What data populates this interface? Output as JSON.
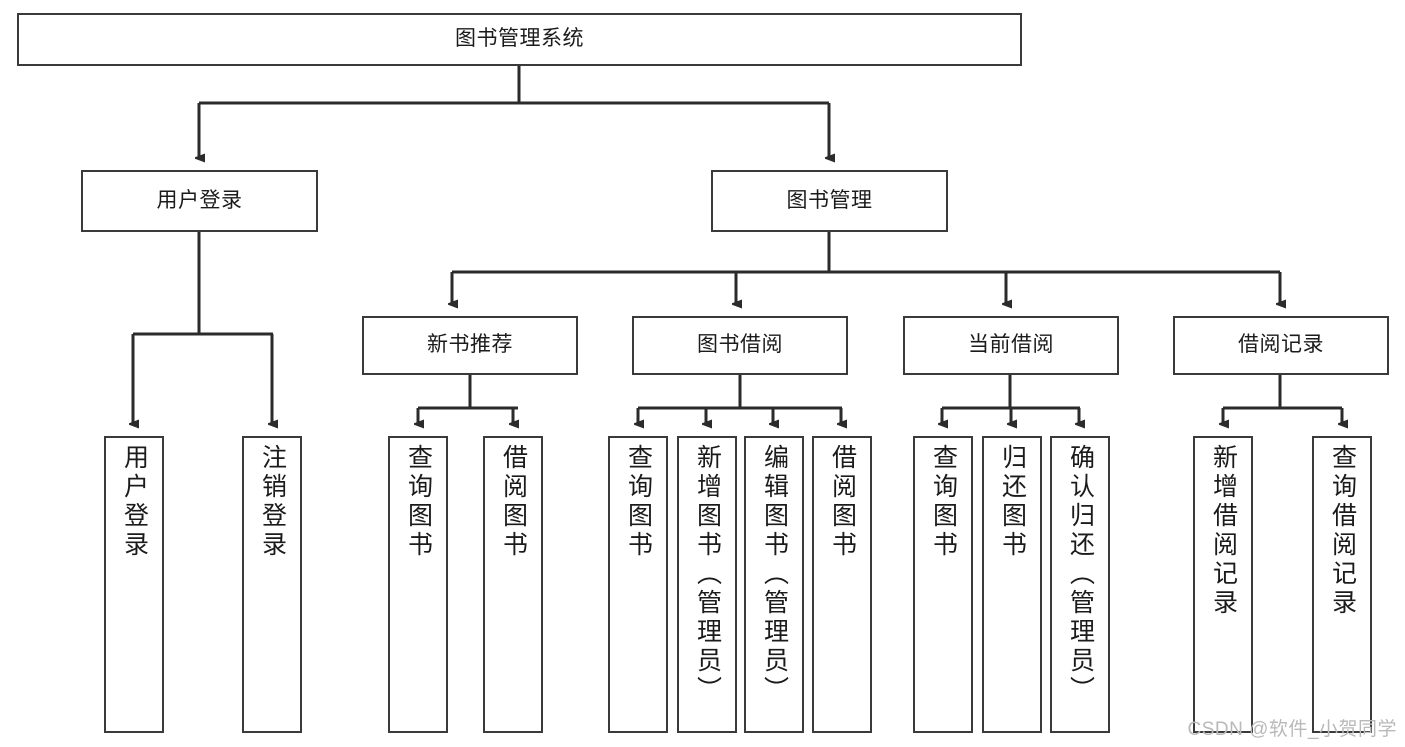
{
  "diagram": {
    "title": "图书管理系统",
    "type": "hierarchy-tree",
    "levels": 4,
    "colors": {
      "stroke": "#3a3a3a",
      "fill": "#ffffff",
      "text": "#1b1b1b",
      "watermark": "#b9b9b9"
    },
    "root": {
      "label": "图书管理系统"
    },
    "level2": [
      {
        "label": "用户登录"
      },
      {
        "label": "图书管理"
      }
    ],
    "level3": [
      {
        "label": "新书推荐"
      },
      {
        "label": "图书借阅"
      },
      {
        "label": "当前借阅"
      },
      {
        "label": "借阅记录"
      }
    ],
    "leaves": {
      "user_login": [
        {
          "label": "用户登录"
        },
        {
          "label": "注销登录"
        }
      ],
      "new_book_recommend": [
        {
          "label": "查询图书"
        },
        {
          "label": "借阅图书"
        }
      ],
      "book_borrow": [
        {
          "label": "查询图书"
        },
        {
          "label": "新增图书（管理员）"
        },
        {
          "label": "编辑图书（管理员）"
        },
        {
          "label": "借阅图书"
        }
      ],
      "current_borrow": [
        {
          "label": "查询图书"
        },
        {
          "label": "归还图书"
        },
        {
          "label": "确认归还（管理员）"
        }
      ],
      "borrow_record": [
        {
          "label": "新增借阅记录"
        },
        {
          "label": "查询借阅记录"
        }
      ]
    }
  },
  "watermark": {
    "text": "CSDN @软件_小贺同学"
  }
}
